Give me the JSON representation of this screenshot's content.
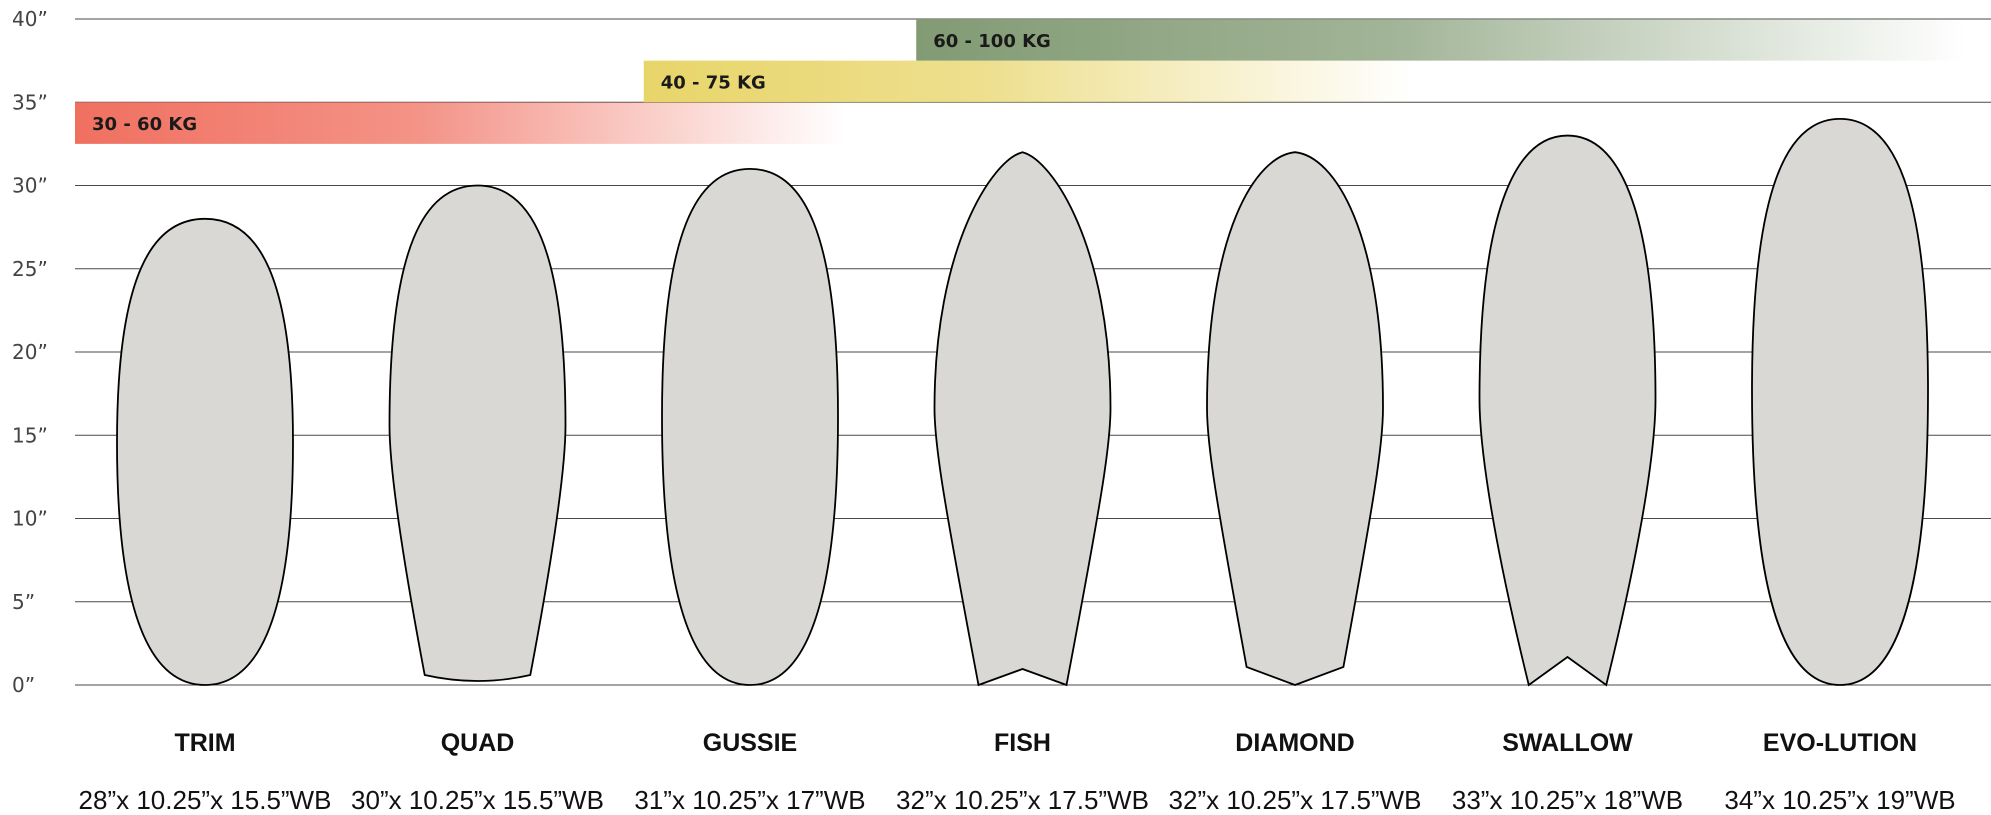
{
  "chart_data": {
    "type": "bar",
    "title": "",
    "xlabel": "",
    "ylabel": "",
    "ylim": [
      0,
      40
    ],
    "y_ticks": [
      "0”",
      "5”",
      "10”",
      "15”",
      "20”",
      "25”",
      "30”",
      "35”",
      "40”"
    ],
    "grid": true,
    "categories": [
      "TRIM",
      "QUAD",
      "GUSSIE",
      "FISH",
      "DIAMOND",
      "SWALLOW",
      "EVO-LUTION"
    ],
    "dimensions": [
      "28”x 10.25”x 15.5”WB",
      "30”x 10.25”x 15.5”WB",
      "31”x 10.25”x 17”WB",
      "32”x 10.25”x 17.5”WB",
      "32”x 10.25”x 17.5”WB",
      "33”x 10.25”x 18”WB",
      "34”x 10.25”x 19”WB"
    ],
    "values": [
      28,
      30,
      31,
      32,
      32,
      33,
      34
    ],
    "widths": [
      10.25,
      10.25,
      10.25,
      10.25,
      10.25,
      10.25,
      10.25
    ],
    "tail_shapes": [
      "round",
      "squash",
      "round",
      "fish",
      "diamond",
      "swallow",
      "round"
    ],
    "weight_ranges": [
      {
        "label": "30 - 60 KG",
        "y_range": [
          32.5,
          35
        ],
        "from_category": "TRIM",
        "color": "#f07060"
      },
      {
        "label": "40 - 75 KG",
        "y_range": [
          35,
          37.5
        ],
        "from_category": "GUSSIE",
        "color": "#e8d56a"
      },
      {
        "label": "60 - 100 KG",
        "y_range": [
          37.5,
          40
        ],
        "from_category": "FISH",
        "color": "#829b74"
      }
    ],
    "colors": {
      "board_fill": "#d9d8d5",
      "board_stroke": "#000000",
      "gridline": "#4a4a4a"
    }
  }
}
